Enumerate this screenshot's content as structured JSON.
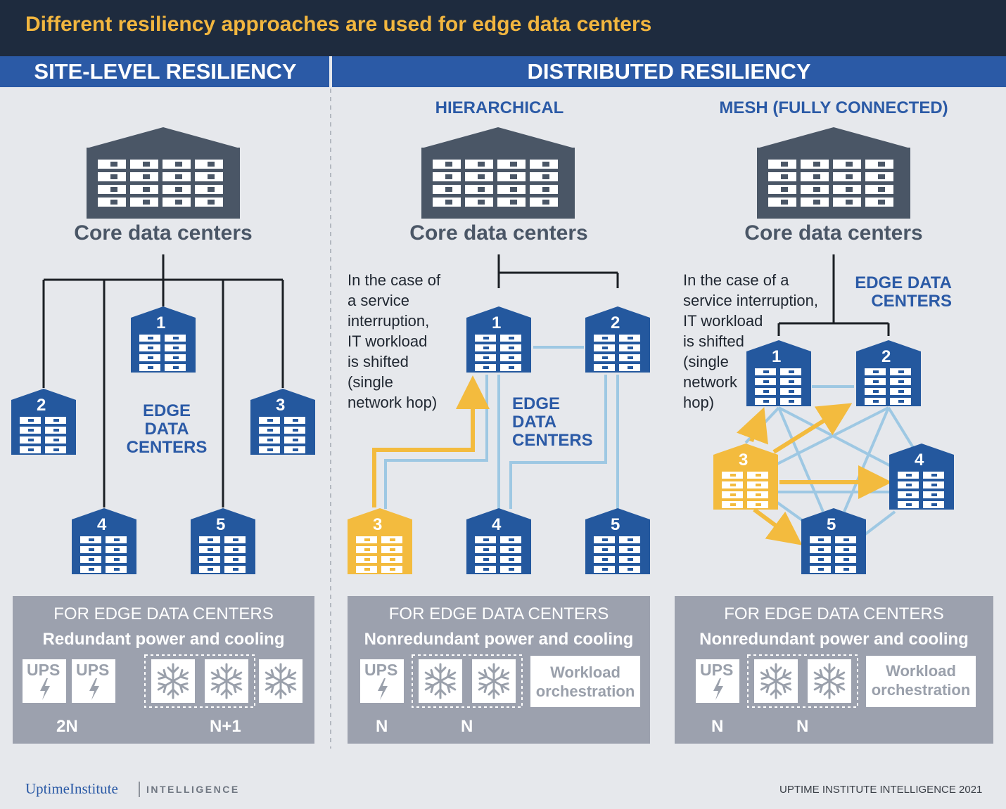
{
  "title": "Different resiliency approaches are used for edge data centers",
  "sections": {
    "site_level": "SITE-LEVEL RESILIENCY",
    "distributed": "DISTRIBUTED RESILIENCY",
    "hierarchical": "HIERARCHICAL",
    "mesh": "MESH (FULLY CONNECTED)"
  },
  "core_label": "Core data centers",
  "edge_label_stacked": "EDGE\nDATA\nCENTERS",
  "edge_label_mesh": "EDGE DATA\nCENTERS",
  "notes": {
    "hierarchical": "In the case of\na service\ninterruption,\nIT workload\nis shifted\n(single\nnetwork hop)",
    "mesh": "In the case of a\nservice interruption,\nIT workload\nis shifted\n(single\nnetwork\nhop)"
  },
  "node_numbers": [
    "1",
    "2",
    "3",
    "4",
    "5"
  ],
  "boxes": {
    "heading": "FOR EDGE DATA CENTERS",
    "site_sub": "Redundant power and cooling",
    "distributed_sub": "Nonredundant power and cooling",
    "ups": "UPS",
    "workload": "Workload\norchestration",
    "site_ups_level": "2N",
    "site_cooling_level": "N+1",
    "n_level": "N"
  },
  "icons": {
    "building": "data-center-building-icon",
    "ups": "lightning-icon",
    "cooling": "snowflake-icon"
  },
  "footer": {
    "logo_brand": "UptimeInstitute",
    "logo_unit": "INTELLIGENCE",
    "copyright": "UPTIME INSTITUTE INTELLIGENCE 2021"
  },
  "colors": {
    "header_band": "#1e2b3e",
    "title": "#f2b63f",
    "section_band": "#2b5aa6",
    "edge_blue": "#24589e",
    "core_gray": "#4a5666",
    "failover_yellow": "#f3bb3e",
    "link_light_blue": "#9ec8e3",
    "box_gray": "#9ca1ae"
  }
}
